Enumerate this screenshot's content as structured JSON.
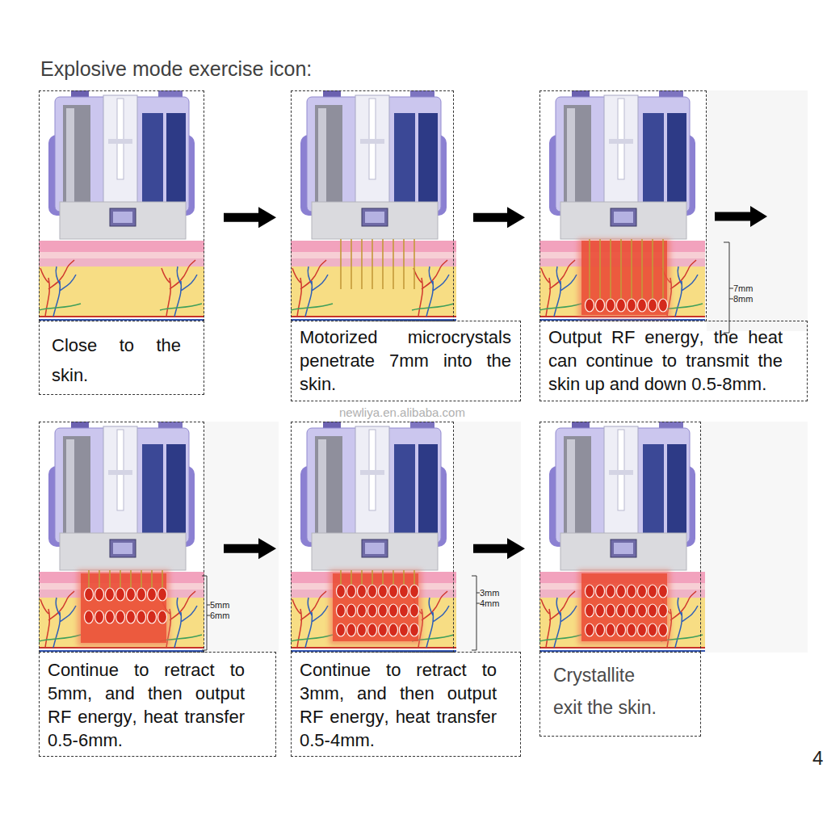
{
  "diagram": {
    "title": "Explosive mode exercise icon:",
    "nodes": [
      {
        "text": [
          "Close to the skin."
        ]
      },
      {
        "text": [
          "Motorized microcrystals penetrate 7mm into the skin."
        ]
      },
      {
        "text": [
          "Output RF energy, the heat can continue to transmit the skin up and down 0.5-8mm."
        ]
      },
      {
        "text": [
          "Continue to retract to 5mm, and then output RF energy, heat transfer 0.5-6mm."
        ]
      },
      {
        "text": [
          "Continue to retract to 3mm, and then output RF energy, heat transfer 0.5-4mm."
        ]
      },
      {
        "text": [
          "Crystallite exit the skin."
        ]
      }
    ],
    "edges": [
      {
        "from": 0,
        "to": 1,
        "arrow": "to"
      },
      {
        "from": 1,
        "to": 2,
        "arrow": "to"
      },
      {
        "from": 3,
        "to": 4,
        "arrow": "to"
      },
      {
        "from": 4,
        "to": 5,
        "arrow": "to"
      }
    ],
    "labels": [
      "7mm",
      "8mm",
      "newliya.en.alibaba.com",
      "5mm",
      "6mm",
      "3mm",
      "4mm",
      "4"
    ]
  }
}
